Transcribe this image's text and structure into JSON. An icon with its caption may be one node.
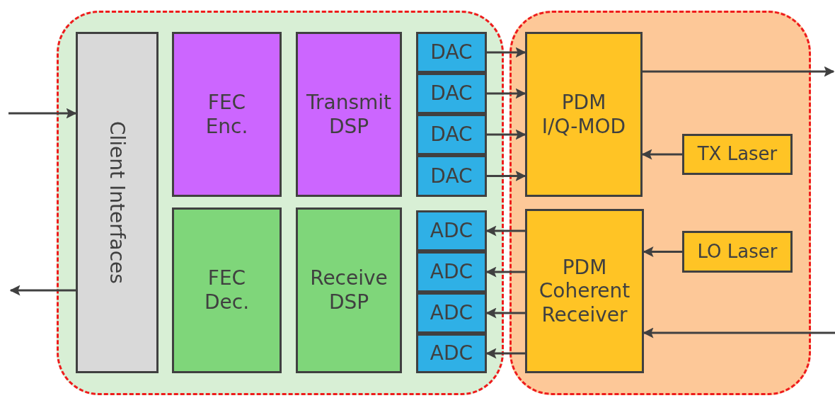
{
  "diagram": {
    "nodes": [
      {
        "text": [],
        "shape": "box"
      },
      {
        "text": [],
        "shape": "box"
      },
      {
        "text": [
          "Client Interfaces"
        ],
        "in": 0
      },
      {
        "text": [
          "FEC Enc."
        ],
        "in": 0
      },
      {
        "text": [
          "Transmit DSP"
        ],
        "in": 0
      },
      {
        "text": [
          "DAC"
        ],
        "in": 0
      },
      {
        "text": [
          "DAC"
        ],
        "in": 0
      },
      {
        "text": [
          "DAC"
        ],
        "in": 0
      },
      {
        "text": [
          "DAC"
        ],
        "in": 0
      },
      {
        "text": [
          "FEC Dec."
        ],
        "in": 0
      },
      {
        "text": [
          "Receive DSP"
        ],
        "in": 0
      },
      {
        "text": [
          "ADC"
        ],
        "in": 0
      },
      {
        "text": [
          "ADC"
        ],
        "in": 0
      },
      {
        "text": [
          "ADC"
        ],
        "in": 0
      },
      {
        "text": [
          "ADC"
        ],
        "in": 0
      },
      {
        "text": [
          "PDM I/Q-MOD"
        ],
        "in": 1
      },
      {
        "text": [
          "TX Laser"
        ],
        "in": 1
      },
      {
        "text": [
          "PDM Coherent Receiver"
        ],
        "in": 1
      },
      {
        "text": [
          "LO Laser"
        ],
        "in": 1
      }
    ],
    "edges": [
      {
        "from": null,
        "to": 2,
        "arrow": "to"
      },
      {
        "from": 2,
        "to": null,
        "arrow": "to"
      },
      {
        "from": 5,
        "to": 15,
        "arrow": "to"
      },
      {
        "from": 6,
        "to": 15,
        "arrow": "to"
      },
      {
        "from": 7,
        "to": 15,
        "arrow": "to"
      },
      {
        "from": 8,
        "to": 15,
        "arrow": "to"
      },
      {
        "from": 16,
        "to": 15,
        "arrow": "to"
      },
      {
        "from": 15,
        "to": null,
        "arrow": "to"
      },
      {
        "from": 17,
        "to": 11,
        "arrow": "to"
      },
      {
        "from": 17,
        "to": 12,
        "arrow": "to"
      },
      {
        "from": 17,
        "to": 13,
        "arrow": "to"
      },
      {
        "from": 17,
        "to": 14,
        "arrow": "to"
      },
      {
        "from": 18,
        "to": 17,
        "arrow": "to"
      },
      {
        "from": null,
        "to": 17,
        "arrow": "to"
      }
    ]
  }
}
